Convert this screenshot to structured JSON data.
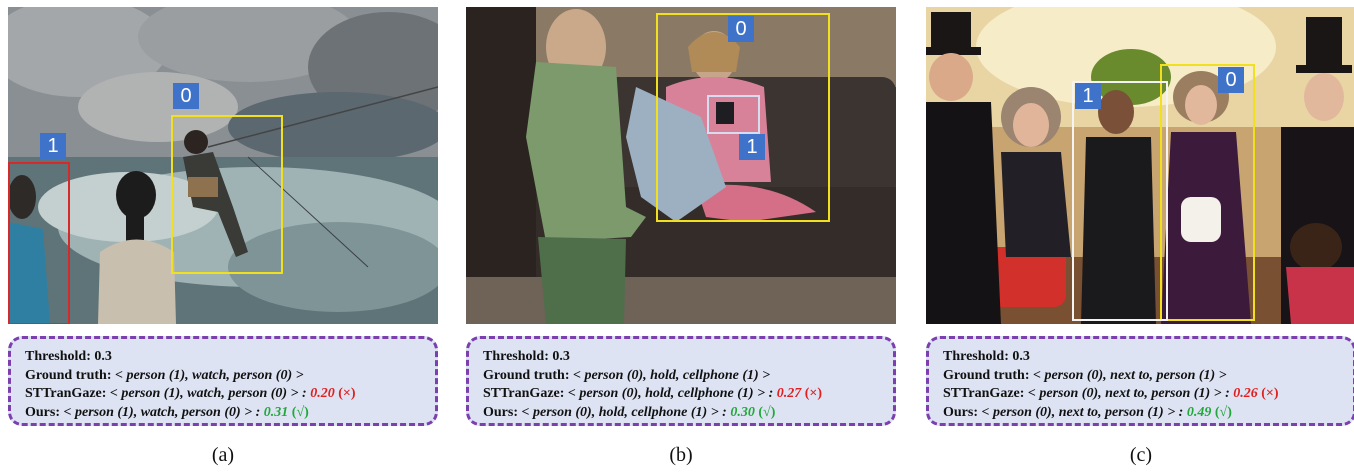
{
  "panels": [
    {
      "id": "a",
      "caption": "(a)",
      "labels": [
        "0",
        "1"
      ],
      "box_colors": [
        "#f0e020",
        "#d42a2a"
      ],
      "threshold": "Threshold: 0.3",
      "ground_truth_label": "Ground truth: ",
      "ground_truth_triplet": "< person (1), watch, person (0) >",
      "sttran_label": "STTranGaze: ",
      "sttran_triplet": "< person (1), watch, person (0) > : ",
      "sttran_score": "0.20",
      "sttran_mark": " (×)",
      "ours_label": "Ours: ",
      "ours_triplet": "< person (1), watch, person (0) > : ",
      "ours_score": "0.31",
      "ours_mark": " (√)"
    },
    {
      "id": "b",
      "caption": "(b)",
      "labels": [
        "0",
        "1"
      ],
      "box_colors": [
        "#f0e020",
        "#d8dcf0"
      ],
      "threshold": "Threshold: 0.3",
      "ground_truth_label": "Ground truth: ",
      "ground_truth_triplet": "< person (0), hold, cellphone (1) >",
      "sttran_label": "STTranGaze: ",
      "sttran_triplet": "< person (0), hold, cellphone (1) > : ",
      "sttran_score": "0.27",
      "sttran_mark": " (×)",
      "ours_label": "Ours: ",
      "ours_triplet": "< person (0), hold, cellphone (1) > : ",
      "ours_score": "0.30",
      "ours_mark": " (√)"
    },
    {
      "id": "c",
      "caption": "(c)",
      "labels": [
        "0",
        "1"
      ],
      "box_colors": [
        "#f0e020",
        "#f4f4f4"
      ],
      "threshold": "Threshold: 0.3",
      "ground_truth_label": "Ground truth: ",
      "ground_truth_triplet": "< person (0), next to, person (1) >",
      "sttran_label": "STTranGaze: ",
      "sttran_triplet": "< person (0), next to, person (1) > : ",
      "sttran_score": "0.26",
      "sttran_mark": " (×)",
      "ours_label": "Ours: ",
      "ours_triplet": "< person (0), next to, person (1) > : ",
      "ours_score": "0.49",
      "ours_mark": " (√)"
    }
  ],
  "colors": {
    "wrong": "#e02020",
    "correct": "#22a83a",
    "box_border": "#7b3fae",
    "box_fill": "#dde3f3",
    "id_tag": "#3f73c9"
  }
}
